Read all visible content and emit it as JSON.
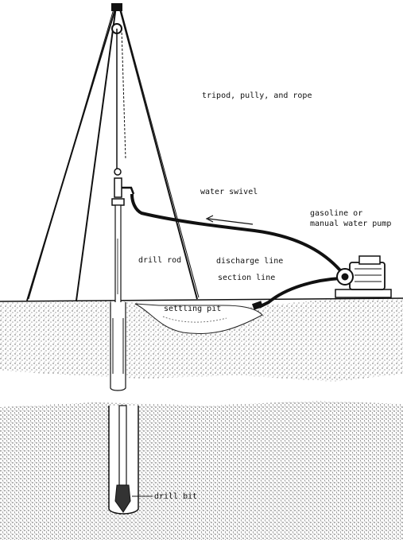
{
  "labels": {
    "tripod": "tripod, pully, and rope",
    "water_swivel": "water swivel",
    "pump_line1": "gasoline or",
    "pump_line2": "manual water pump",
    "drill_rod": "drill rod",
    "discharge_line": "discharge line",
    "section_line": "section line",
    "settling_pit": "settling pit",
    "drill_bit": "drill bit"
  },
  "colors": {
    "ink": "#111111",
    "ground_dots": "#6b6b6b",
    "paper": "#ffffff"
  }
}
